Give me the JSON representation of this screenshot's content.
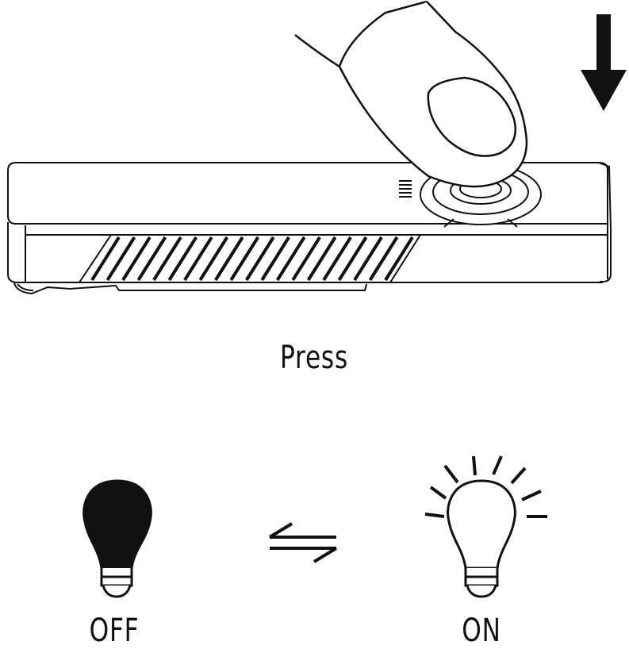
{
  "labels": {
    "press": "Press",
    "off": "OFF",
    "on": "ON"
  },
  "colors": {
    "ink": "#111111",
    "bulb_off_fill": "#111111",
    "bulb_on_fill": "#ffffff",
    "background": "#ffffff"
  },
  "icons": [
    "down-arrow-icon",
    "finger-press-icon",
    "bulb-off-icon",
    "toggle-arrows-icon",
    "bulb-on-icon"
  ]
}
